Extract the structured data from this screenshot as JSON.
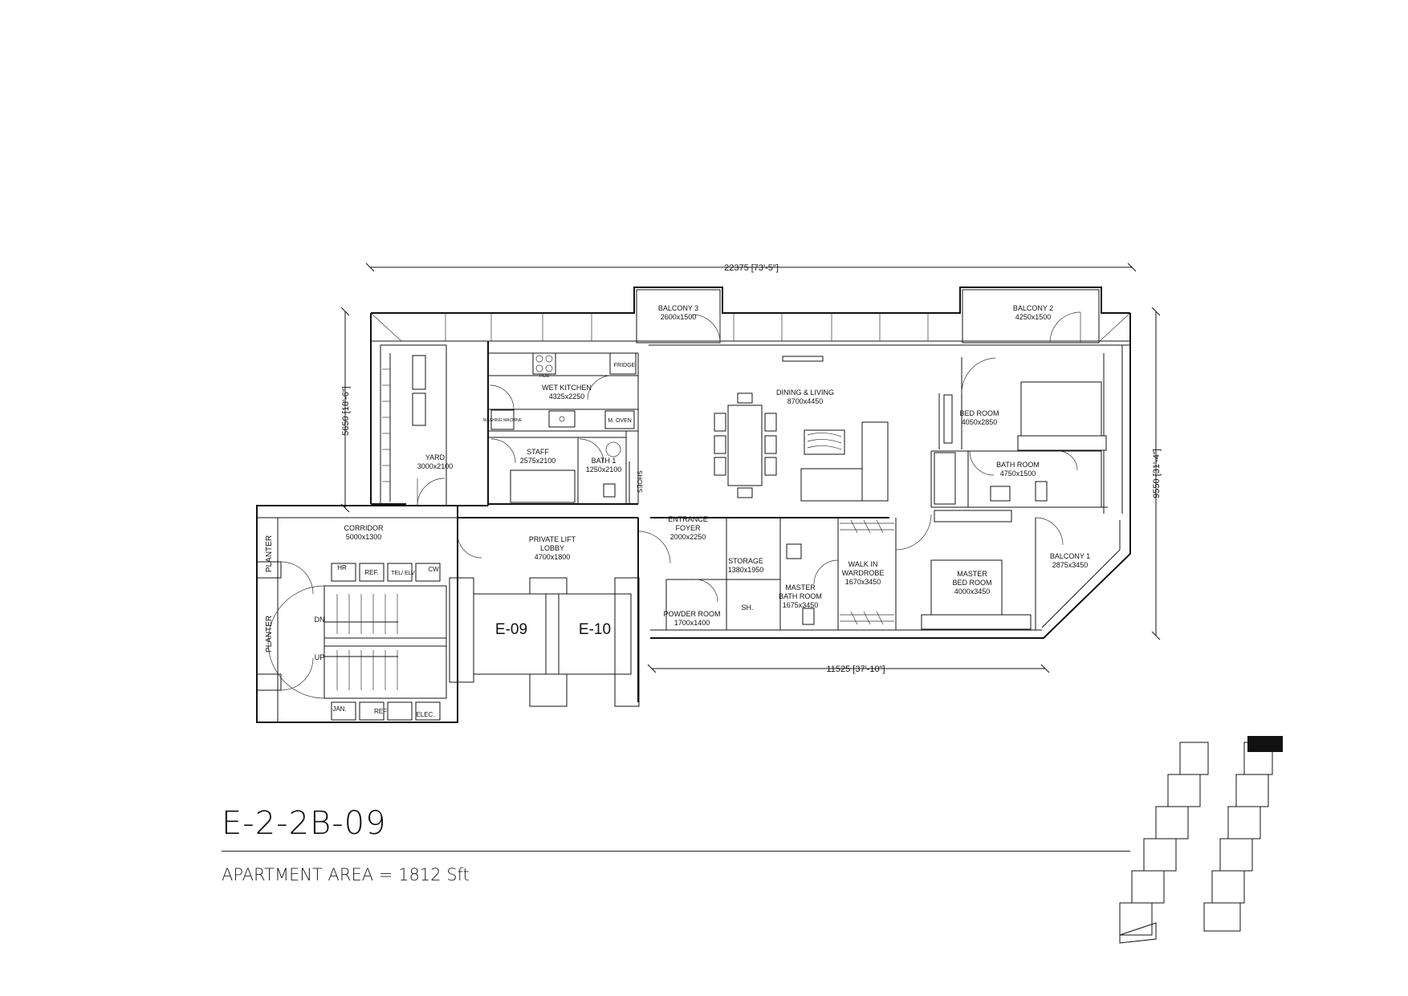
{
  "unit": {
    "code": "E-2-2B-09",
    "area_text": "APARTMENT AREA = 1812 Sft"
  },
  "dimensions": {
    "top": "22375 [73'-5\"]",
    "left": "5650 [18'-6\"]",
    "right": "9550 [31'-4\"]",
    "bottom": "11525 [37'-10\"]"
  },
  "rooms": {
    "balcony3": {
      "name": "BALCONY 3",
      "size": "2600x1500"
    },
    "balcony2": {
      "name": "BALCONY 2",
      "size": "4250x1500"
    },
    "wet_kitchen": {
      "name": "WET KITCHEN",
      "size": "4325x2250"
    },
    "dining_living": {
      "name": "DINING & LIVING",
      "size": "8700x4450"
    },
    "bed_room": {
      "name": "BED ROOM",
      "size": "4050x2850"
    },
    "bath_room": {
      "name": "BATH ROOM",
      "size": "4750x1500"
    },
    "yard": {
      "name": "YARD",
      "size": "3000x2100"
    },
    "staff": {
      "name": "STAFF",
      "size": "2575x2100"
    },
    "bath1": {
      "name": "BATH 1",
      "size": "1250x2100"
    },
    "corridor": {
      "name": "CORRIDOR",
      "size": "5000x1300"
    },
    "private_lift_lobby": {
      "line1": "PRIVATE LIFT",
      "line2": "LOBBY",
      "size": "4700x1800"
    },
    "entrance_foyer": {
      "line1": "ENTRANCE",
      "line2": "FOYER",
      "size": "2000x2250"
    },
    "storage": {
      "name": "STORAGE",
      "size": "1380x1950"
    },
    "walk_in_wardrobe": {
      "line1": "WALK IN",
      "line2": "WARDROBE",
      "size": "1670x3450"
    },
    "master_bath_room": {
      "line1": "MASTER",
      "line2": "BATH ROOM",
      "size": "1675x3450"
    },
    "master_bed_room": {
      "line1": "MASTER",
      "line2": "BED ROOM",
      "size": "4000x3450"
    },
    "balcony1": {
      "name": "BALCONY 1",
      "size": "2875x3450"
    },
    "powder_room": {
      "name": "POWDER ROOM",
      "size": "1700x1400"
    }
  },
  "fixtures": {
    "fridge": "FRIDGE",
    "hob": "HOB",
    "m_oven": "M. OVEN",
    "washing_machine": "WASHING MACHINE",
    "shoes": "SHOES",
    "shower": "SH.",
    "ref_top": "REF.",
    "ref_bottom": "REF",
    "tel_elv": "TEL/ ELV",
    "cw": "CW",
    "hr": "HR",
    "jan": "JAN.",
    "elec": "ELEC.",
    "planter_top": "PLANTER",
    "planter_bottom": "PLANTER",
    "dn": "DN",
    "up": "UP"
  },
  "lifts": {
    "left": "E-09",
    "right": "E-10"
  }
}
